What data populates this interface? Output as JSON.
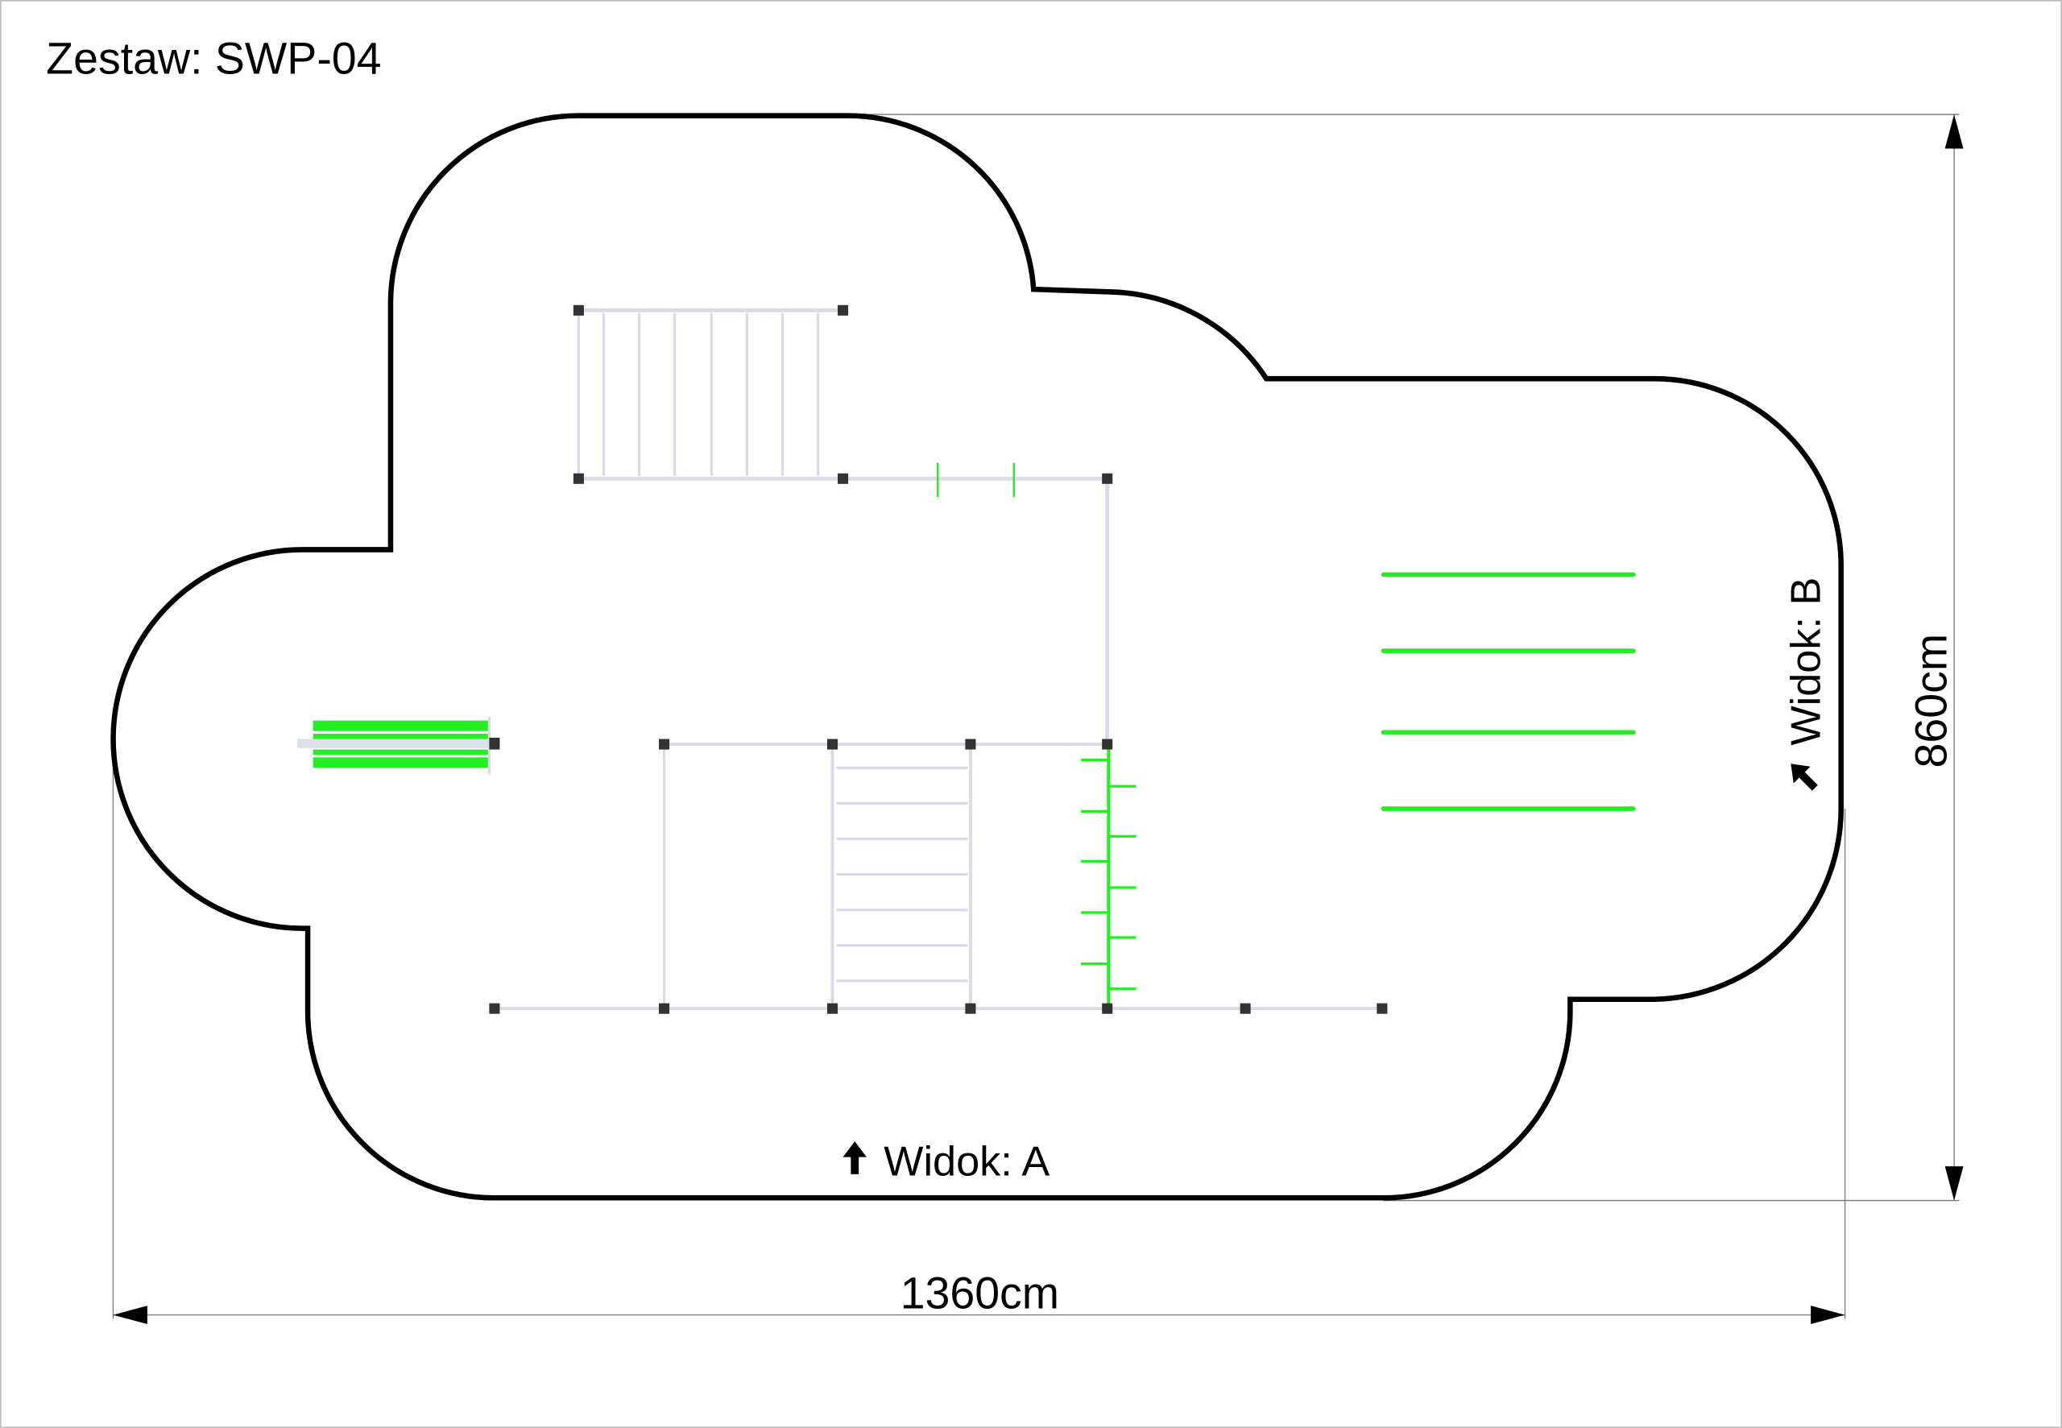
{
  "title": "Zestaw: SWP-04",
  "dimensions": {
    "width_label": "1360cm",
    "height_label": "860cm"
  },
  "views": {
    "view_a": "Widok: A",
    "view_b": "Widok: B"
  },
  "icons": {
    "view_arrow": "arrow-up-icon"
  },
  "colors": {
    "outline": "#000000",
    "equipment_frame": "#d9dce8",
    "equipment_green": "#22ee22",
    "post": "#333333"
  }
}
